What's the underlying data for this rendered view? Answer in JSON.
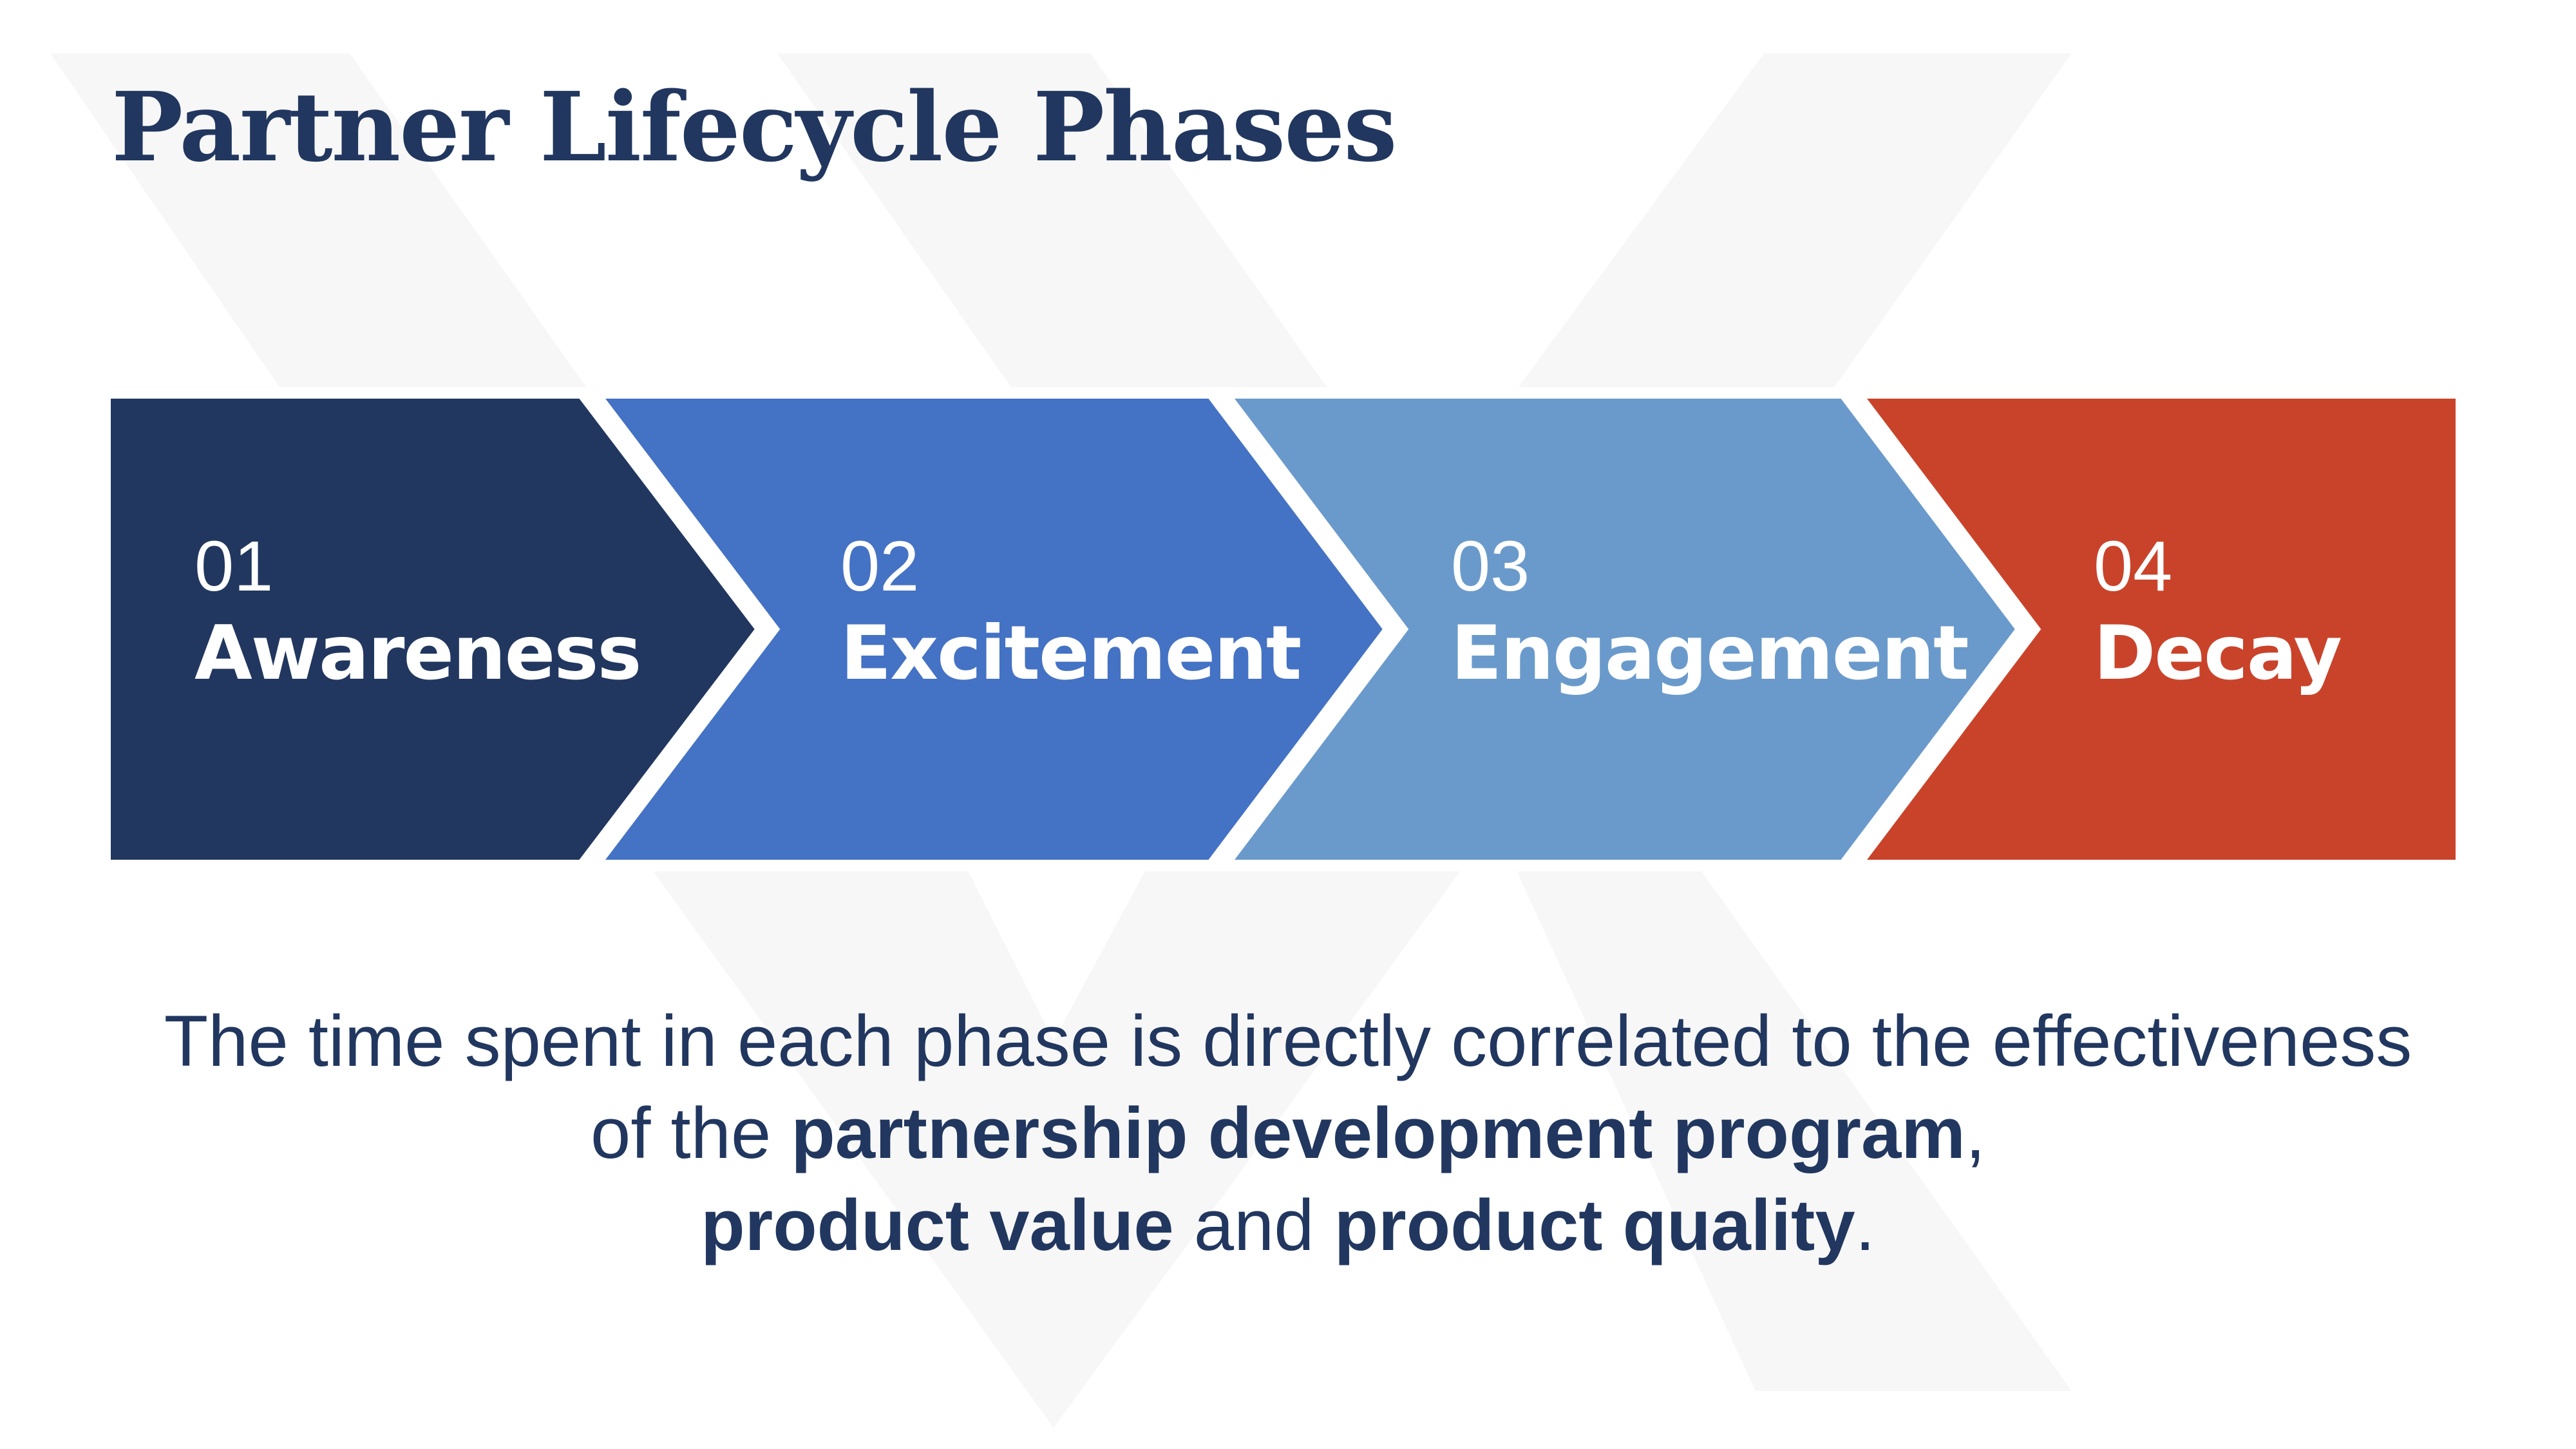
{
  "title": "Partner Lifecycle Phases",
  "phases": [
    {
      "number": "01",
      "label": "Awareness",
      "color": "#21375f"
    },
    {
      "number": "02",
      "label": "Excitement",
      "color": "#4472c4"
    },
    {
      "number": "03",
      "label": "Engagement",
      "color": "#6a9acb"
    },
    {
      "number": "04",
      "label": "Decay",
      "color": "#c9432a"
    }
  ],
  "description": {
    "part1": "The time spent in each phase is directly correlated to the effectiveness of the ",
    "bold1": "partnership development program",
    "part2": ", ",
    "bold2": "product value",
    "part3": " and ",
    "bold3": "product quality",
    "part4": "."
  },
  "colors": {
    "text": "#21375f",
    "watermark": "#f7f7f7"
  }
}
